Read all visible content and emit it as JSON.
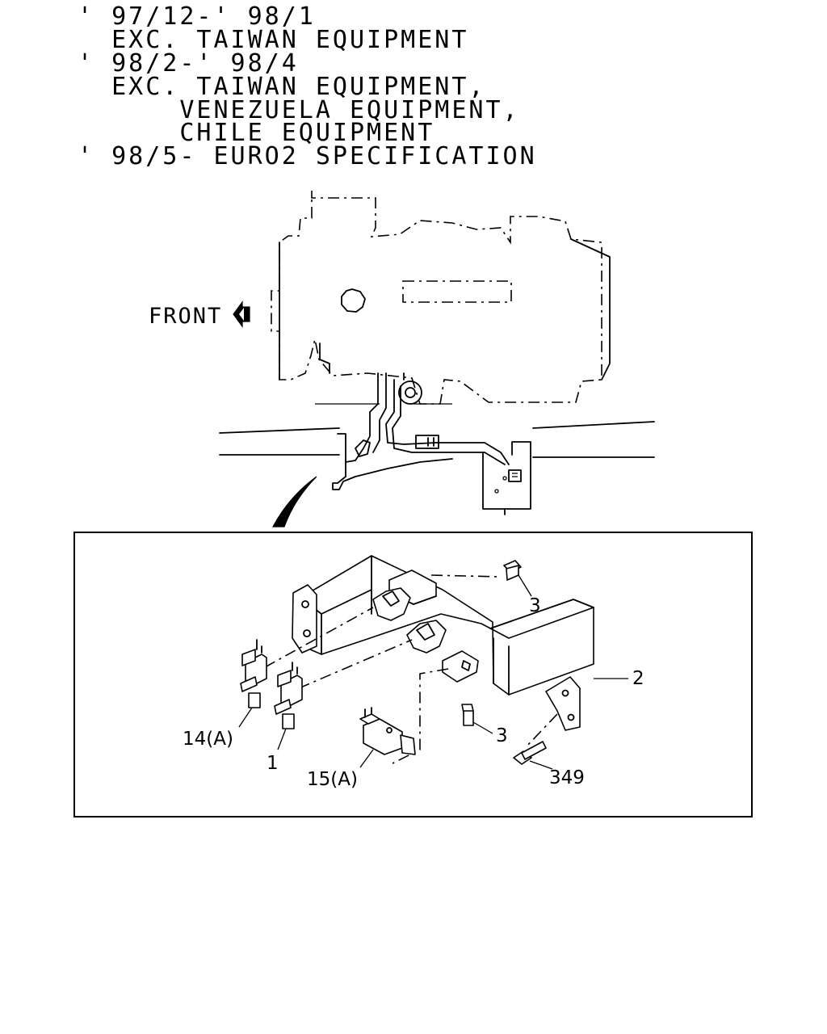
{
  "header": {
    "lines": [
      "' 97/12-' 98/1",
      "  EXC. TAIWAN EQUIPMENT",
      "' 98/2-' 98/4",
      "  EXC. TAIWAN EQUIPMENT,",
      "      VENEZUELA EQUIPMENT,",
      "      CHILE EQUIPMENT",
      "' 98/5- EURO2 SPECIFICATION"
    ]
  },
  "overview": {
    "front_label": "FRONT"
  },
  "detail": {
    "callouts": [
      {
        "id": "c3a",
        "label": "3"
      },
      {
        "id": "c2",
        "label": "2"
      },
      {
        "id": "c3b",
        "label": "3"
      },
      {
        "id": "c14",
        "label": "14(A)"
      },
      {
        "id": "c1",
        "label": "1"
      },
      {
        "id": "c15",
        "label": "15(A)"
      },
      {
        "id": "c349",
        "label": "349"
      }
    ]
  }
}
